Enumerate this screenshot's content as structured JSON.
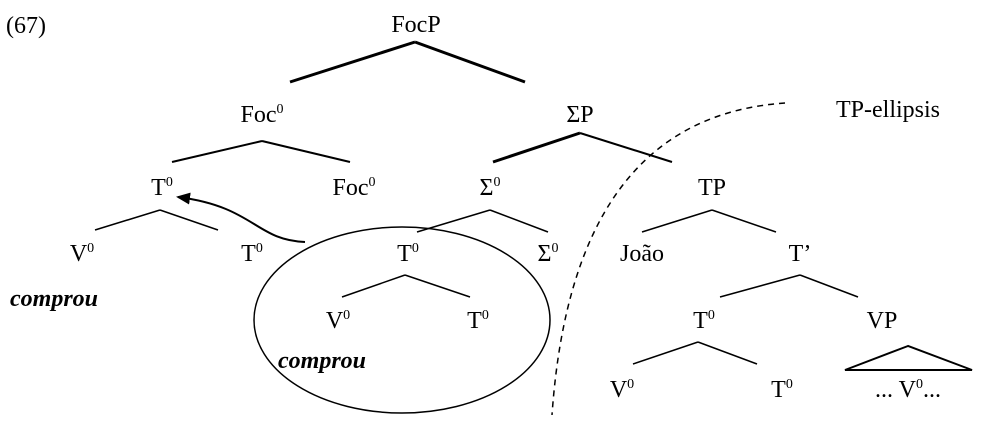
{
  "example_number": "(67)",
  "ellipsis_label": "TP-ellipsis",
  "nodes": {
    "focp": "FocP",
    "foc0_head": "Foc",
    "sigma_p": "ΣP",
    "t0_moved": "T",
    "foc0_lower": "Foc",
    "sigma0": "Σ",
    "tp": "TP",
    "v0_left": "V",
    "verb_left": "comprou",
    "t0_left": "T",
    "t0_circled": "T",
    "sigma0_lower": "Σ",
    "joao": "João",
    "t_bar": "T’",
    "v0_circled": "V",
    "t0_circled_lower": "T",
    "verb_circled": "comprou",
    "t0_right": "T",
    "vp": "VP",
    "v0_bottom": "V",
    "t0_bottom": "T",
    "vp_content": "... V",
    "vp_trail": "...",
    "zero": "0"
  }
}
